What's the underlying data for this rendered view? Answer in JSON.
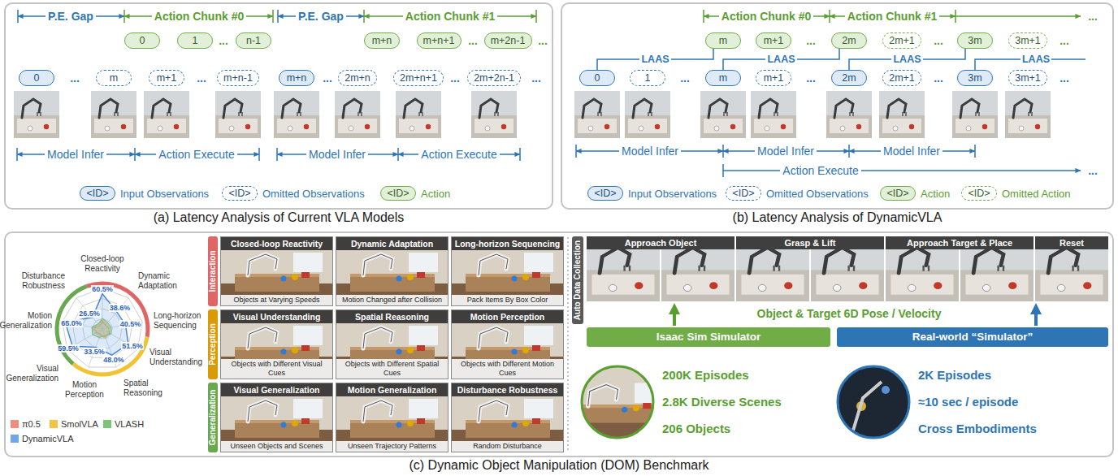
{
  "diagram": {
    "nodes": [
      {
        "text": [
          "(a) Latency Analysis of Current VLA Models"
        ]
      },
      {
        "text": [
          "0"
        ],
        "in": 0
      },
      {
        "text": [
          "1"
        ],
        "in": 0
      },
      {
        "text": [
          "n-1"
        ],
        "in": 0
      },
      {
        "text": [
          "m+n"
        ],
        "in": 0
      },
      {
        "text": [
          "m+n+1"
        ],
        "in": 0
      },
      {
        "text": [
          "m+2n-1"
        ],
        "in": 0
      },
      {
        "text": [
          "0"
        ],
        "in": 0
      },
      {
        "text": [
          "m"
        ],
        "in": 0
      },
      {
        "text": [
          "m+1"
        ],
        "in": 0
      },
      {
        "text": [
          "m+n-1"
        ],
        "in": 0
      },
      {
        "text": [
          "m+n"
        ],
        "in": 0
      },
      {
        "text": [
          "2m+n"
        ],
        "in": 0
      },
      {
        "text": [
          "2m+n+1"
        ],
        "in": 0
      },
      {
        "text": [
          "2m+2n-1"
        ],
        "in": 0
      },
      {
        "text": [
          "<ID>"
        ],
        "in": 0
      },
      {
        "text": [
          "<ID>"
        ],
        "in": 0
      },
      {
        "text": [
          "<ID>"
        ],
        "in": 0
      },
      {
        "text": [
          "(b) Latency Analysis of DynamicVLA"
        ]
      },
      {
        "text": [
          "m"
        ],
        "in": 18
      },
      {
        "text": [
          "m+1"
        ],
        "in": 18
      },
      {
        "text": [
          "2m"
        ],
        "in": 18
      },
      {
        "text": [
          "2m+1"
        ],
        "in": 18
      },
      {
        "text": [
          "3m"
        ],
        "in": 18
      },
      {
        "text": [
          "3m+1"
        ],
        "in": 18
      },
      {
        "text": [
          "0"
        ],
        "in": 18
      },
      {
        "text": [
          "1"
        ],
        "in": 18
      },
      {
        "text": [
          "m"
        ],
        "in": 18
      },
      {
        "text": [
          "m+1"
        ],
        "in": 18
      },
      {
        "text": [
          "2m"
        ],
        "in": 18
      },
      {
        "text": [
          "2m+1"
        ],
        "in": 18
      },
      {
        "text": [
          "3m"
        ],
        "in": 18
      },
      {
        "text": [
          "3m+1"
        ],
        "in": 18
      },
      {
        "text": [
          "<ID>"
        ],
        "in": 18
      },
      {
        "text": [
          "<ID>"
        ],
        "in": 18
      },
      {
        "text": [
          "<ID>"
        ],
        "in": 18
      },
      {
        "text": [
          "<ID>"
        ],
        "in": 18
      },
      {
        "text": [
          "(c) Dynamic Object Manipulation (DOM) Benchmark"
        ]
      },
      {
        "text": [
          "Interaction"
        ],
        "in": 37
      },
      {
        "text": [
          "Closed-loop Reactivity",
          "Objects at Varying Speeds"
        ],
        "in": 37
      },
      {
        "text": [
          "Dynamic Adaptation",
          "Motion Changed after Collision"
        ],
        "in": 37
      },
      {
        "text": [
          "Long-horizon Sequencing",
          "Pack Items By Box Color"
        ],
        "in": 37
      },
      {
        "text": [
          "Perception"
        ],
        "in": 37
      },
      {
        "text": [
          "Visual Understanding",
          "Objects with Different Visual Cues"
        ],
        "in": 37
      },
      {
        "text": [
          "Spatial Reasoning",
          "Objects with Different Spatial Cues"
        ],
        "in": 37
      },
      {
        "text": [
          "Motion Perception",
          "Objects with Different Motion Cues"
        ],
        "in": 37
      },
      {
        "text": [
          "Generalization"
        ],
        "in": 37
      },
      {
        "text": [
          "Visual Generalization",
          "Unseen Objects and Scenes"
        ],
        "in": 37
      },
      {
        "text": [
          "Motion Generalization",
          "Unseen Trajectory Patterns"
        ],
        "in": 37
      },
      {
        "text": [
          "Disturbance Robustness",
          "Random Disturbance"
        ],
        "in": 37
      },
      {
        "text": [
          "Auto Data Collection"
        ],
        "in": 37
      },
      {
        "text": [
          "Approach Object"
        ],
        "in": 37
      },
      {
        "text": [
          "Grasp & Lift"
        ],
        "in": 37
      },
      {
        "text": [
          "Approach Target & Place"
        ],
        "in": 37
      },
      {
        "text": [
          "Reset"
        ],
        "in": 37
      },
      {
        "text": [
          "Isaac Sim Simulator"
        ],
        "in": 37
      },
      {
        "text": [
          "Real-world “Simulator”"
        ],
        "in": 37
      }
    ],
    "edges": [
      {
        "from": 25,
        "to": 19,
        "label": "LAAS",
        "arrow": "none"
      },
      {
        "from": 27,
        "to": 21,
        "label": "LAAS",
        "arrow": "none"
      },
      {
        "from": 29,
        "to": 23,
        "label": "LAAS",
        "arrow": "none"
      }
    ],
    "labels": [
      "P.E. Gap",
      "Action Chunk #0",
      "P.E. Gap",
      "Action Chunk #1",
      "...",
      "...",
      "...",
      "...",
      "...",
      "...",
      "...",
      "...",
      "Model Infer",
      "Action Execute",
      "Model Infer",
      "Action Execute",
      "Action Chunk #0",
      "Action Chunk #1",
      "...",
      "...",
      "...",
      "...",
      "...",
      "...",
      "...",
      "...",
      "LAAS",
      "Model Infer",
      "Model Infer",
      "Model Infer",
      "Action Execute",
      "...",
      "Closed-loop Reactivity",
      "Dynamic Adaptation",
      "Long-horizon Sequencing",
      "Visual Understanding",
      "Spatial Reasoning",
      "Motion Perception",
      "Visual Generalization",
      "Motion Generalization",
      "Disturbance Robustness",
      "60.5%",
      "38.6%",
      "40.5%",
      "51.5%",
      "48.0%",
      "33.5%",
      "59.5%",
      "65.0%",
      "26.5%",
      "Object & Target 6D Pose / Velocity",
      "200K Episodes",
      "2.8K Diverse Scenes",
      "206 Objects",
      "2K Episodes",
      "≈10 sec / episode",
      "Cross Embodiments"
    ],
    "legend": [
      {
        "text": "Input Observations"
      },
      {
        "text": "Omitted Observations"
      },
      {
        "text": "Action"
      },
      {
        "text": "Input Observations"
      },
      {
        "text": "Omitted Observations"
      },
      {
        "text": "Action"
      },
      {
        "text": "Omitted Action"
      },
      {
        "text": "π0.5",
        "color": "#f08c7a"
      },
      {
        "text": "SmolVLA",
        "color": "#f5c342"
      },
      {
        "text": "VLASH",
        "color": "#7cc576"
      },
      {
        "text": "DynamicVLA",
        "color": "#6fa8e8"
      }
    ]
  }
}
